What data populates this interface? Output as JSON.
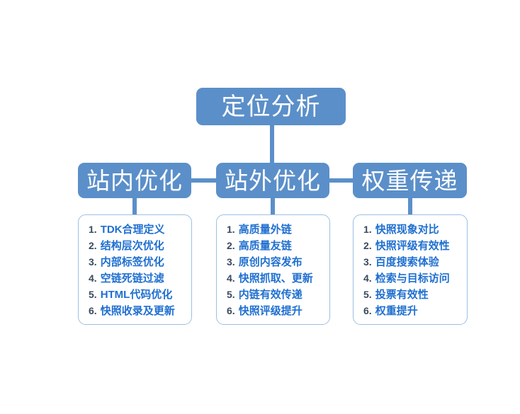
{
  "diagram": {
    "type": "org-chart",
    "background_color": "#FFFFFF",
    "node_fill_color": "#5B8FC9",
    "node_text_color": "#FFFFFF",
    "list_border_color": "#9CC0E4",
    "list_text_color": "#1F6FD0",
    "list_number_color": "#3A4A5E",
    "connector_color": "#5B8FC9",
    "root": {
      "label": "定位分析"
    },
    "branches": [
      {
        "id": "onsite",
        "label": "站内优化",
        "items": [
          {
            "num": "1.",
            "text": "TDK合理定义"
          },
          {
            "num": "2.",
            "text": "结构层次优化"
          },
          {
            "num": "3.",
            "text": "内部标签优化"
          },
          {
            "num": "4.",
            "text": "空链死链过滤"
          },
          {
            "num": "5.",
            "text": "HTML代码优化"
          },
          {
            "num": "6.",
            "text": "快照收录及更新"
          }
        ]
      },
      {
        "id": "offsite",
        "label": "站外优化",
        "items": [
          {
            "num": "1.",
            "text": "高质量外链"
          },
          {
            "num": "2.",
            "text": "高质量友链"
          },
          {
            "num": "3.",
            "text": "原创内容发布"
          },
          {
            "num": "4.",
            "text": "快照抓取、更新"
          },
          {
            "num": "5.",
            "text": "内链有效传递"
          },
          {
            "num": "6.",
            "text": "快照评级提升"
          }
        ]
      },
      {
        "id": "weight",
        "label": "权重传递",
        "items": [
          {
            "num": "1.",
            "text": "快照现象对比"
          },
          {
            "num": "2.",
            "text": "快照评级有效性"
          },
          {
            "num": "3.",
            "text": "百度搜索体验"
          },
          {
            "num": "4.",
            "text": "检索与目标访问"
          },
          {
            "num": "5.",
            "text": "投票有效性"
          },
          {
            "num": "6.",
            "text": "权重提升"
          }
        ]
      }
    ]
  }
}
